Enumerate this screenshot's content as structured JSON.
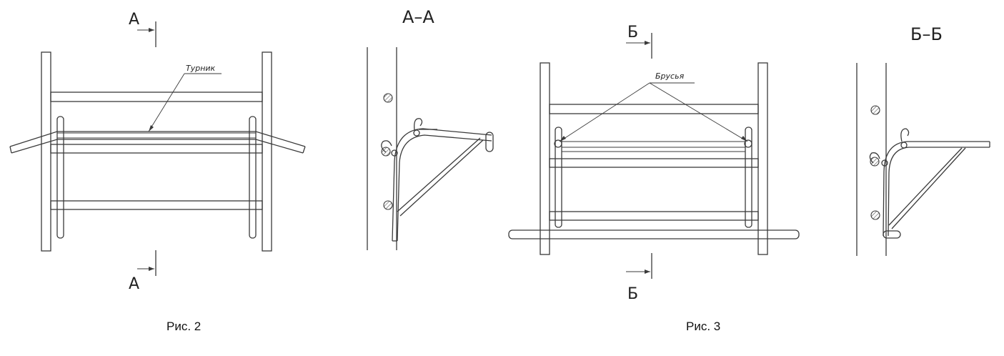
{
  "figures": {
    "fig2": {
      "caption": "Рис. 2",
      "section_mark_top": "А",
      "section_mark_bottom": "А",
      "section_title": "А–А",
      "callout": "Турник"
    },
    "fig3": {
      "caption": "Рис. 3",
      "section_mark_top": "Б",
      "section_mark_bottom": "Б",
      "section_title": "Б–Б",
      "callout": "Брусья"
    }
  },
  "colors": {
    "line": "#3a3a3a",
    "hatch": "#555555",
    "background": "#ffffff"
  }
}
